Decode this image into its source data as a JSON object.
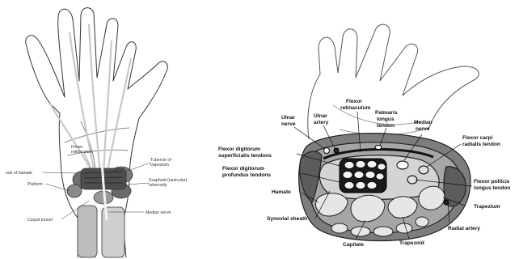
{
  "left_panel": {
    "labels": {
      "flexor_retinaculum": [
        "Flexor",
        "retinaculum"
      ],
      "tubercle_of_trapezium": [
        "Tubercle of",
        "trapezium"
      ],
      "hook_of_hamate": "ook of hamate",
      "scaphoid_tuberosity": [
        "Scaphoid (navicular)",
        "tuberosity"
      ],
      "pisiform": "Pisiform",
      "median_nerve": "Median nerve",
      "carpal_tunnel": "Carpal tunnel"
    }
  },
  "right_panel": {
    "labels": {
      "ulnar_nerve": [
        "Ulnar",
        "nerve"
      ],
      "ulnar_artery": [
        "Ulnar",
        "artery"
      ],
      "flexor_retinaculum": [
        "Flexor",
        "retinaculum"
      ],
      "palmaris_longus": [
        "Palmaris",
        "longus",
        "tendon"
      ],
      "median_nerve": [
        "Median",
        "nerve"
      ],
      "flexor_carpi_radialis": [
        "Flexor carpi",
        "radialis tendon"
      ],
      "fds": [
        "Flexor digitorum",
        "superficialis tendons"
      ],
      "fdp": [
        "Flexor digitorum",
        "profundus tendons"
      ],
      "hamate": "Hamate",
      "fpl": [
        "Flexor pollicis",
        "longus tendon"
      ],
      "trapezium": "Trapezium",
      "synovial_sheath": "Synovial sheath",
      "radial_artery": "Radial artery",
      "capitate": "Capitate",
      "trapezoid": "Trapezoid"
    }
  },
  "colors": {
    "line": "#222222",
    "bone_fill": "#d9d9d9",
    "tendon_dark": "#1a1a1a",
    "section_fill": "#8a8a8a"
  }
}
